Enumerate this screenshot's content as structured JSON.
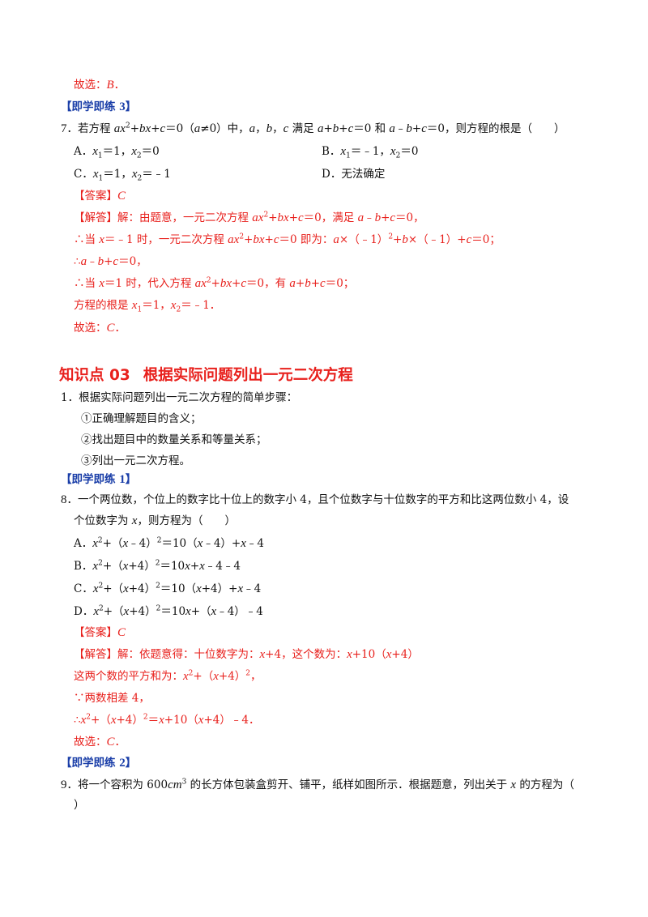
{
  "lines": {
    "l01": "故选：B．",
    "l02": "【即学即练 3】",
    "l03": "7．若方程 ax²+bx+c＝0（a≠0）中，a，b，c 满足 a+b+c＝0 和 a﹣b+c＝0，则方程的根是（　　）",
    "l04": "A．x₁＝1，x₂＝0",
    "l05": "B．x₁＝﹣1，x₂＝0",
    "l06": "C．x₁＝1，x₂＝﹣1",
    "l07": "D．无法确定",
    "l08": "【答案】C",
    "l09": "【解答】解：由题意，一元二次方程 ax²+bx+c＝0，满足 a﹣b+c＝0，",
    "l10": "∴当 x＝﹣1 时，一元二次方程 ax²+bx+c＝0 即为：a×（﹣1）²+b×（﹣1）+c＝0；",
    "l11": "∴a﹣b+c＝0，",
    "l12": "∴当 x＝1 时，代入方程 ax²+bx+c＝0，有 a+b+c＝0；",
    "l13": "方程的根是 x₁＝1，x₂＝﹣1．",
    "l14": "故选：C．",
    "l15_num": "知识点 03",
    "l15_title": "根据实际问题列出一元二次方程",
    "l16": "1．根据实际问题列出一元二次方程的简单步骤：",
    "l17": "①正确理解题目的含义；",
    "l18": "②找出题目中的数量关系和等量关系；",
    "l19": "③列出一元二次方程。",
    "l20": "【即学即练 1】",
    "l21": "8．一个两位数，个位上的数字比十位上的数字小 4，且个位数字与十位数字的平方和比这两位数小 4，设",
    "l22": "个位数字为 x，则方程为（　　）",
    "l23": "A．x²+（x﹣4）²＝10（x﹣4）+x﹣4",
    "l24": "B．x²+（x+4）²＝10x+x﹣4﹣4",
    "l25": "C．x²+（x+4）²＝10（x+4）+x﹣4",
    "l26": "D．x²+（x+4）²＝10x+（x﹣4）﹣4",
    "l27": "【答案】C",
    "l28": "【解答】解：依题意得：十位数字为：x+4，这个数为：x+10（x+4）",
    "l29": "这两个数的平方和为：x²+（x+4）²，",
    "l30": "∵两数相差 4，",
    "l31": "∴x²+（x+4）²＝x+10（x+4）﹣4．",
    "l32": "故选：C．",
    "l33": "【即学即练 2】",
    "l34": "9．将一个容积为 600cm³ 的长方体包装盒剪开、铺平，纸样如图所示．根据题意，列出关于 x 的方程为（",
    "l35": "）"
  },
  "colors": {
    "answer_red": "#e8201c",
    "practice_blue": "#1a3ea8",
    "text": "#111111"
  }
}
